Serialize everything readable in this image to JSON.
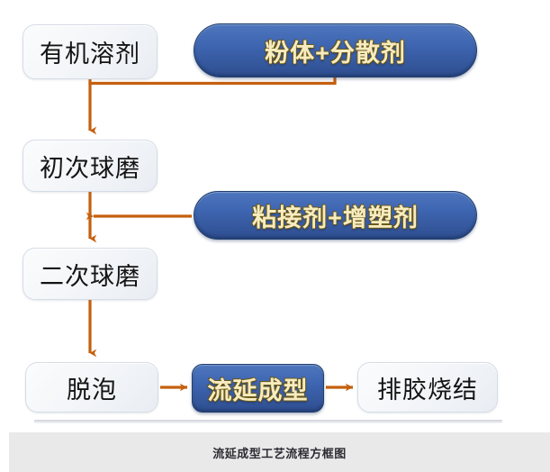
{
  "figure": {
    "caption": "流延成型工艺流程方框图",
    "background_color": "#ffffff",
    "caption_bar_color": "#e9e9e9",
    "connector_color": "#c4600f",
    "blue_fill_color": "#3f66b2",
    "blue_text_color": "#f7ecc0",
    "light_fill_color": "#f4f6f9",
    "light_text_color": "#141414"
  },
  "nodes": [
    {
      "id": "solvent",
      "label": "有机溶剂",
      "style": "light",
      "shape": "rounded-rect"
    },
    {
      "id": "powder",
      "label": "粉体+分散剂",
      "style": "blue",
      "shape": "pill"
    },
    {
      "id": "first-mill",
      "label": "初次球磨",
      "style": "light",
      "shape": "rounded-rect"
    },
    {
      "id": "binder",
      "label": "粘接剂+增塑剂",
      "style": "blue",
      "shape": "pill"
    },
    {
      "id": "second-mill",
      "label": "二次球磨",
      "style": "light",
      "shape": "rounded-rect"
    },
    {
      "id": "defoam",
      "label": "脱泡",
      "style": "light",
      "shape": "rounded-rect"
    },
    {
      "id": "tape-casting",
      "label": "流延成型",
      "style": "blue",
      "shape": "rounded-rect"
    },
    {
      "id": "debind-sinter",
      "label": "排胶烧结",
      "style": "light",
      "shape": "rounded-rect"
    }
  ],
  "edges": [
    {
      "from": "solvent",
      "to": "first-mill",
      "type": "elbow-merge-down"
    },
    {
      "from": "powder",
      "to": "first-mill",
      "type": "elbow-merge-down"
    },
    {
      "from": "binder",
      "to": "second-mill",
      "type": "arrow-left-into-trunk"
    },
    {
      "from": "first-mill",
      "to": "second-mill",
      "type": "arrow-down"
    },
    {
      "from": "second-mill",
      "to": "defoam",
      "type": "arrow-down"
    },
    {
      "from": "defoam",
      "to": "tape-casting",
      "type": "arrow-right"
    },
    {
      "from": "tape-casting",
      "to": "debind-sinter",
      "type": "arrow-right"
    }
  ]
}
